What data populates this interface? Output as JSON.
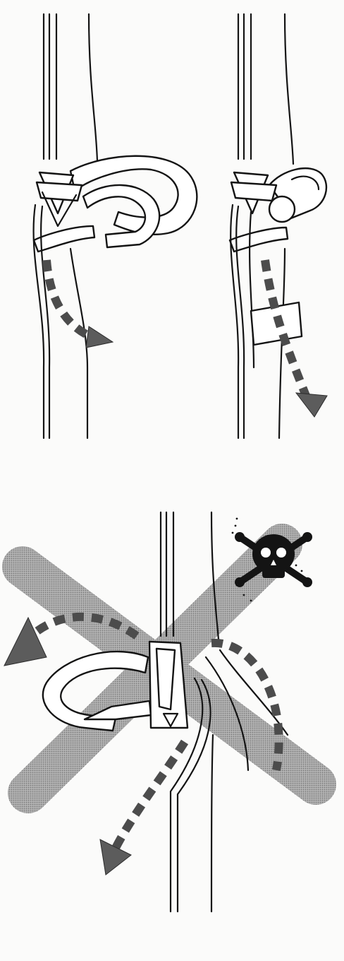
{
  "figure": {
    "background_color": "#fbfbfa",
    "ink_color": "#141414",
    "arrow_color": "#5c5c5c",
    "prohibition_color": "#9a9a9a",
    "panels": [
      {
        "id": "step-1",
        "icon": "buckle-threading-step-1"
      },
      {
        "id": "step-2",
        "icon": "buckle-threading-step-2"
      },
      {
        "id": "incorrect",
        "icon": "incorrect-threading-crossed-out",
        "warning_icon": "skull-and-crossbones-icon"
      }
    ]
  }
}
